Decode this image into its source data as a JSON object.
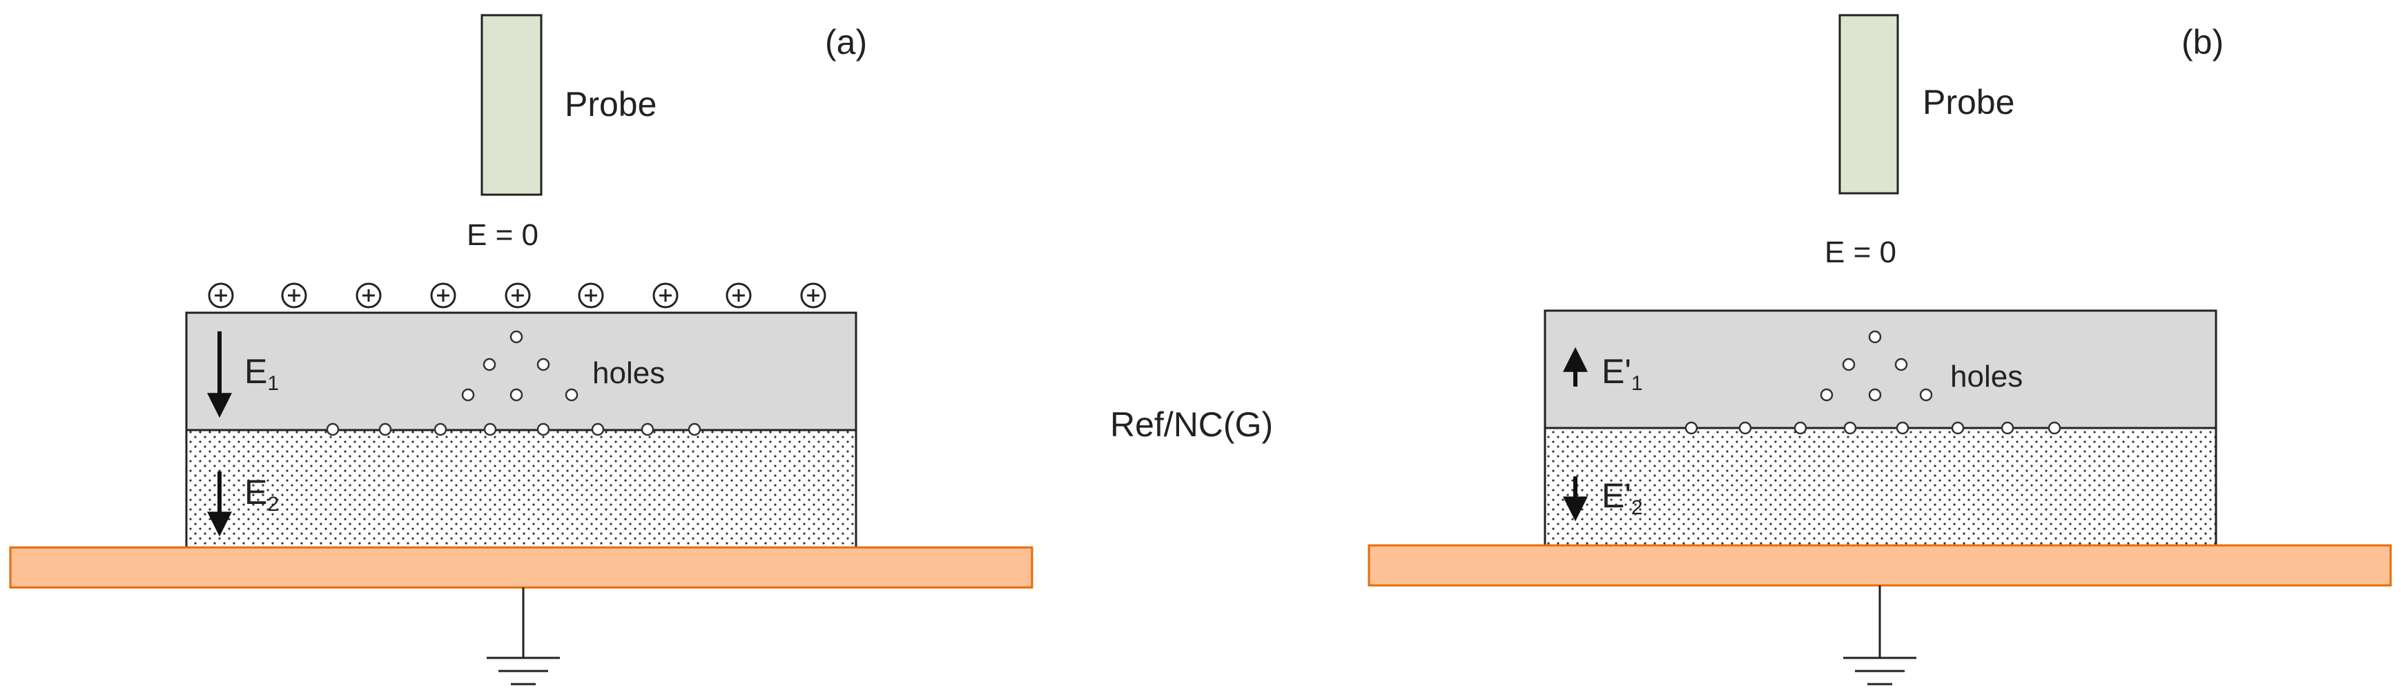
{
  "panel_a": {
    "tag": "(a)",
    "probe_label": "Probe",
    "field_label": "E = 0",
    "surface_charge_symbol": "+",
    "upper_field": {
      "base": "E",
      "sub": "1",
      "direction": "down"
    },
    "lower_field": {
      "base": "E",
      "sub": "2",
      "direction": "down"
    },
    "holes_label": "holes"
  },
  "panel_b": {
    "tag": "(b)",
    "probe_label": "Probe",
    "field_label": "E = 0",
    "upper_field": {
      "base": "E'",
      "sub": "1",
      "direction": "up"
    },
    "lower_field": {
      "base": "E'",
      "sub": "2",
      "direction": "down"
    },
    "holes_label": "holes"
  },
  "center_label": "Ref/NC(G)",
  "colors": {
    "probe_fill": "#dde5d0",
    "upper_layer_fill": "#d9d9d9",
    "substrate_fill": "#fdc195",
    "substrate_stroke": "#e46c0a",
    "outline": "#222222"
  }
}
